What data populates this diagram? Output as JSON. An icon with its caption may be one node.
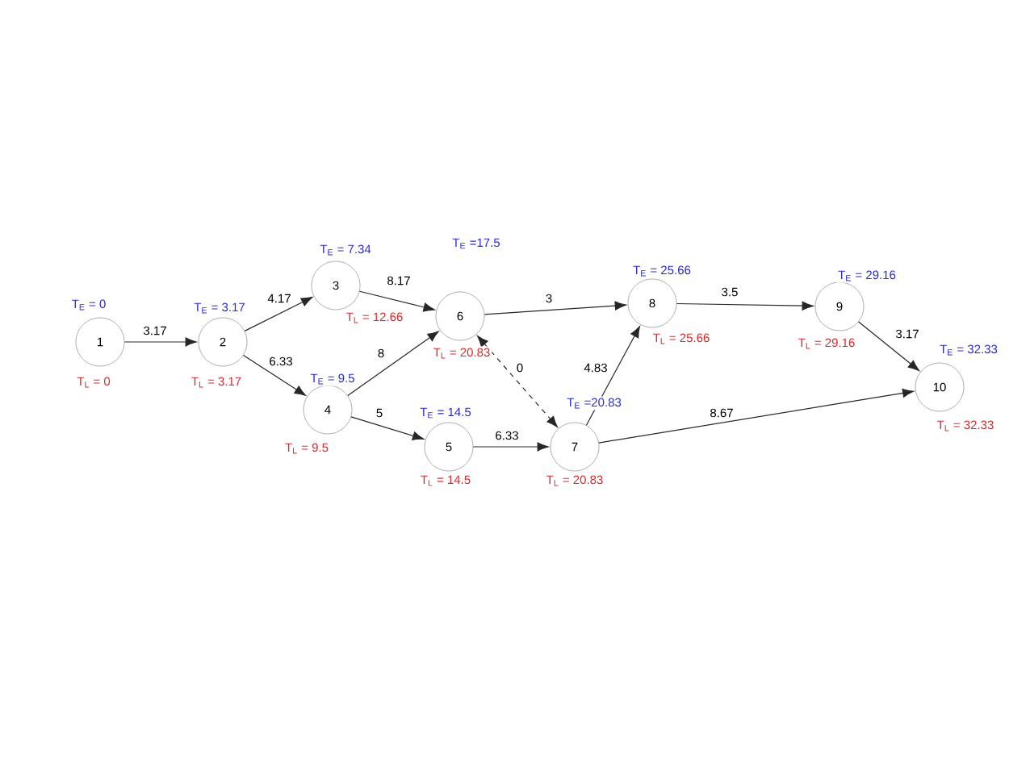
{
  "diagram": {
    "nodes": [
      {
        "text": [
          "1"
        ],
        "beside": [
          "T$_{E}$ = 0",
          "T$_{L}$ = 0"
        ]
      },
      {
        "text": [
          "2"
        ],
        "beside": [
          "T$_{E}$ = 3.17",
          "T$_{L}$ = 3.17"
        ]
      },
      {
        "text": [
          "3"
        ],
        "beside": [
          "T$_{E}$ = 7.34",
          "T$_{L}$ = 12.66"
        ]
      },
      {
        "text": [
          "4"
        ],
        "beside": [
          "T$_{E}$ = 9.5",
          "T$_{L}$ = 9.5"
        ]
      },
      {
        "text": [
          "5"
        ],
        "beside": [
          "T$_{E}$ = 14.5",
          "T$_{L}$ = 14.5"
        ]
      },
      {
        "text": [
          "6"
        ],
        "beside": [
          "T$_{E}$ =17.5",
          "T$_{L}$ = 20.83"
        ]
      },
      {
        "text": [
          "7"
        ],
        "beside": [
          "T$_{E}$ =20.83",
          "T$_{L}$ = 20.83"
        ]
      },
      {
        "text": [
          "8"
        ],
        "beside": [
          "T$_{E}$ = 25.66",
          "T$_{L}$ = 25.66"
        ]
      },
      {
        "text": [
          "9"
        ],
        "beside": [
          "T$_{E}$ = 29.16",
          "T$_{L}$ = 29.16"
        ]
      },
      {
        "text": [
          "10"
        ],
        "beside": [
          "T$_{E}$ = 32.33",
          "T$_{L}$ = 32.33"
        ]
      }
    ],
    "edges": [
      {
        "from": 0,
        "to": 1,
        "arrow": "to",
        "label": "3.17"
      },
      {
        "from": 1,
        "to": 2,
        "arrow": "to",
        "label": "4.17"
      },
      {
        "from": 1,
        "to": 3,
        "arrow": "to",
        "label": "6.33"
      },
      {
        "from": 2,
        "to": 5,
        "arrow": "to",
        "label": "8.17"
      },
      {
        "from": 3,
        "to": 5,
        "arrow": "to",
        "label": "8"
      },
      {
        "from": 3,
        "to": 4,
        "arrow": "to",
        "label": "5"
      },
      {
        "from": 4,
        "to": 6,
        "arrow": "to",
        "label": "6.33"
      },
      {
        "from": 5,
        "to": 7,
        "arrow": "to",
        "label": "3"
      },
      {
        "from": 5,
        "to": 6,
        "arrow": "both",
        "label": "0",
        "style": "dashed"
      },
      {
        "from": 6,
        "to": 7,
        "arrow": "to",
        "label": "4.83"
      },
      {
        "from": 6,
        "to": 9,
        "arrow": "to",
        "label": "8.67"
      },
      {
        "from": 7,
        "to": 8,
        "arrow": "to",
        "label": "3.5"
      },
      {
        "from": 8,
        "to": 9,
        "arrow": "to",
        "label": "3.17"
      }
    ]
  }
}
